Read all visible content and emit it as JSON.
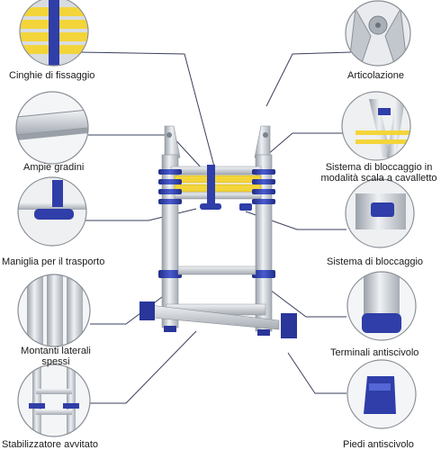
{
  "labels": {
    "cinghie": "Cinghie di fissaggio",
    "articolazione": "Articolazione",
    "ampie": "Ampie gradini",
    "sistema_cav": "Sistema di bloccaggio in\nmodalità scala a cavalletto",
    "maniglia": "Maniglia per il trasporto",
    "sistema_bl": "Sistema di bloccaggio",
    "montanti": "Montanti laterali\nspessi",
    "terminali": "Terminali antiscivolo",
    "stabilizzatore": "Stabilizzatore avvitato",
    "piedi": "Piedi antiscivolo"
  },
  "colors": {
    "accent_blue": "#2f3ea8",
    "aluminum": "#c9ced4",
    "circle_border": "#8a8f96",
    "leader": "#3a3f5c"
  }
}
